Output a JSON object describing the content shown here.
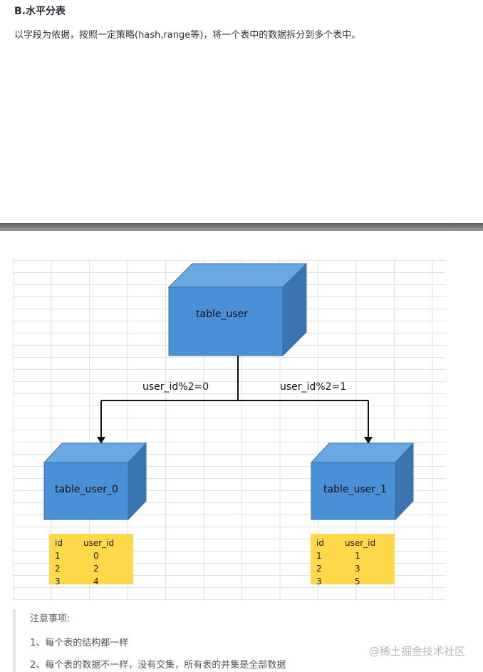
{
  "section_title": "B.水平分表",
  "intro": "以字段为依据，按照一定策略(hash,range等)，将一个表中的数据拆分到多个表中。",
  "diagram": {
    "parent_table": "table_user",
    "left_child": "table_user_0",
    "right_child": "table_user_1",
    "left_rule": "user_id%2=0",
    "right_rule": "user_id%2=1",
    "colors": {
      "box_front": "#4a90d6",
      "box_top": "#6aa8e3",
      "box_side": "#3a75b0",
      "table_fill": "#ffd94a"
    },
    "left_table": {
      "headers": [
        "id",
        "user_id"
      ],
      "rows": [
        [
          "1",
          "0"
        ],
        [
          "2",
          "2"
        ],
        [
          "3",
          "4"
        ]
      ]
    },
    "right_table": {
      "headers": [
        "id",
        "user_id"
      ],
      "rows": [
        [
          "1",
          "1"
        ],
        [
          "2",
          "3"
        ],
        [
          "3",
          "5"
        ]
      ]
    }
  },
  "notes": {
    "heading": "注意事项:",
    "items": [
      "1、每个表的结构都一样",
      "2、每个表的数据不一样，没有交集，所有表的并集是全部数据"
    ]
  },
  "watermark": "@稀土掘金技术社区"
}
